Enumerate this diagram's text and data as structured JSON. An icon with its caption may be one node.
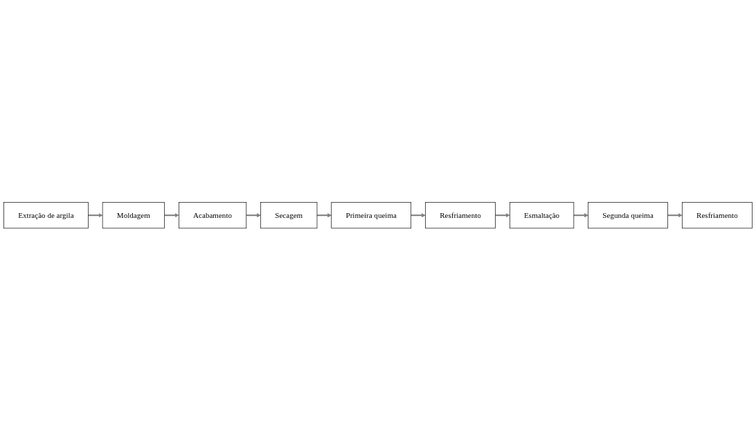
{
  "diagram": {
    "nodes": [
      {
        "text": [
          "Extração de argila"
        ]
      },
      {
        "text": [
          "Moldagem"
        ]
      },
      {
        "text": [
          "Acabamento"
        ]
      },
      {
        "text": [
          "Secagem"
        ]
      },
      {
        "text": [
          "Primeira queima"
        ]
      },
      {
        "text": [
          "Resfriamento"
        ]
      },
      {
        "text": [
          "Esmaltação"
        ]
      },
      {
        "text": [
          "Segunda queima"
        ]
      },
      {
        "text": [
          "Resfriamento"
        ]
      }
    ],
    "edges": [
      {
        "from": 0,
        "to": 1,
        "arrow": "to"
      },
      {
        "from": 1,
        "to": 2,
        "arrow": "to"
      },
      {
        "from": 2,
        "to": 3,
        "arrow": "to"
      },
      {
        "from": 3,
        "to": 4,
        "arrow": "to"
      },
      {
        "from": 4,
        "to": 5,
        "arrow": "to"
      },
      {
        "from": 5,
        "to": 6,
        "arrow": "to"
      },
      {
        "from": 6,
        "to": 7,
        "arrow": "to"
      },
      {
        "from": 7,
        "to": 8,
        "arrow": "to"
      }
    ]
  }
}
